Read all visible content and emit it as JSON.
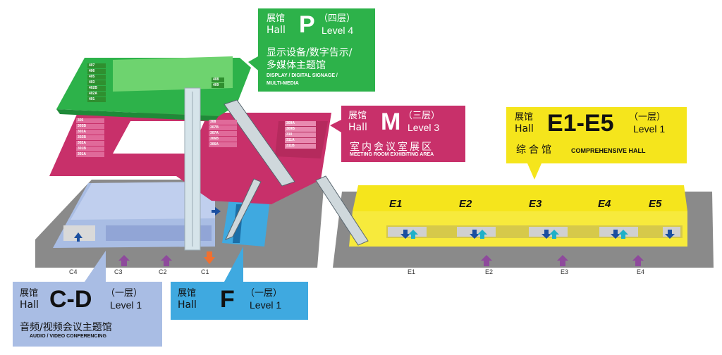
{
  "map": {
    "halls": {
      "p": {
        "cn": "展馆",
        "hall": "Hall",
        "letter": "P",
        "level_cn": "（四层）",
        "level": "Level 4",
        "theme_cn_1": "显示设备/数字告示/",
        "theme_cn_2": "多媒体主题馆",
        "theme_en_1": "DISPLAY / DIGITAL SIGNAGE /",
        "theme_en_2": "MULTI-MEDIA"
      },
      "m": {
        "cn": "展馆",
        "hall": "Hall",
        "letter": "M",
        "level_cn": "（三层）",
        "level": "Level 3",
        "theme_cn": "室内会议室展区",
        "theme_en": "MEETING ROOM EXHIBITING AREA"
      },
      "e": {
        "cn": "展馆",
        "hall": "Hall",
        "letter": "E1-E5",
        "level_cn": "（一层）",
        "level": "Level 1",
        "theme_cn": "综合馆",
        "theme_en": "COMPREHENSIVE HALL"
      },
      "cd": {
        "cn": "展馆",
        "hall": "Hall",
        "letter": "C-D",
        "level_cn": "（一层）",
        "level": "Level 1",
        "theme_cn": "音频/视频会议主题馆",
        "theme_en": "AUDIO / VIDEO CONFERENCING"
      },
      "f": {
        "cn": "展馆",
        "hall": "Hall",
        "letter": "F",
        "level_cn": "（一层）",
        "level": "Level 1"
      }
    },
    "booths": {
      "p_left": [
        "407",
        "406",
        "405",
        "403",
        "402B",
        "402A",
        "401"
      ],
      "p_right": [
        "408",
        "409"
      ],
      "m_left": [
        "305",
        "303B",
        "303A",
        "302B",
        "302A",
        "301B",
        "301A"
      ],
      "m_middle": [
        "308",
        "307B",
        "307A",
        "306B",
        "306A"
      ],
      "m_right": [
        "309A",
        "309B",
        "310",
        "311A",
        "311B"
      ]
    },
    "zones": [
      "E1",
      "E2",
      "E3",
      "E4",
      "E5"
    ],
    "gates_cd": [
      "C4",
      "C3",
      "C2",
      "C1"
    ],
    "gates_e": [
      "E1",
      "E2",
      "E3",
      "E4"
    ],
    "colors": {
      "p_green": "#2db24a",
      "m_magenta": "#c8306a",
      "e_yellow": "#f5e51c",
      "cd_blue": "#a9bde4",
      "f_blue": "#3fa9e0",
      "road_gray": "#8a8a8a",
      "entrance_purple": "#8e4a9c",
      "arrow_blue": "#1b4fa0"
    }
  }
}
